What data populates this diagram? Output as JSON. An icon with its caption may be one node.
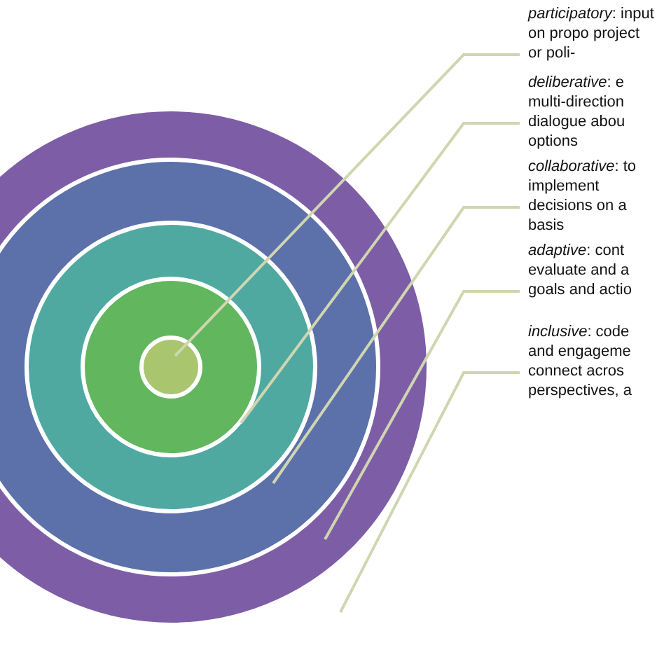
{
  "diagram": {
    "nodes": [
      {
        "text": [
          "*participatory*: input on propo project or poli-"
        ]
      },
      {
        "text": [
          "*deliberative*: e multi-direction dialogue abou options"
        ]
      },
      {
        "text": [
          "*collaborative*: to implement decisions on a basis"
        ]
      },
      {
        "text": [
          "*adaptive*: cont evaluate and a goals and actio"
        ]
      },
      {
        "text": [
          "*inclusive*: code and engageme connect acros perspectives, a"
        ]
      },
      {
        "text": [],
        "shape": "circle"
      },
      {
        "text": [],
        "shape": "circle",
        "in": 5
      },
      {
        "text": [],
        "shape": "circle",
        "in": 6
      },
      {
        "text": [],
        "shape": "circle",
        "in": 7
      },
      {
        "text": [],
        "shape": "circle",
        "in": 8
      }
    ],
    "edges": [
      {
        "from": 0,
        "to": 9,
        "arrow": "none"
      },
      {
        "from": 1,
        "to": 8,
        "arrow": "none"
      },
      {
        "from": 2,
        "to": 7,
        "arrow": "none"
      },
      {
        "from": 3,
        "to": 6,
        "arrow": "none"
      },
      {
        "from": 4,
        "to": 5,
        "arrow": "none"
      }
    ]
  }
}
